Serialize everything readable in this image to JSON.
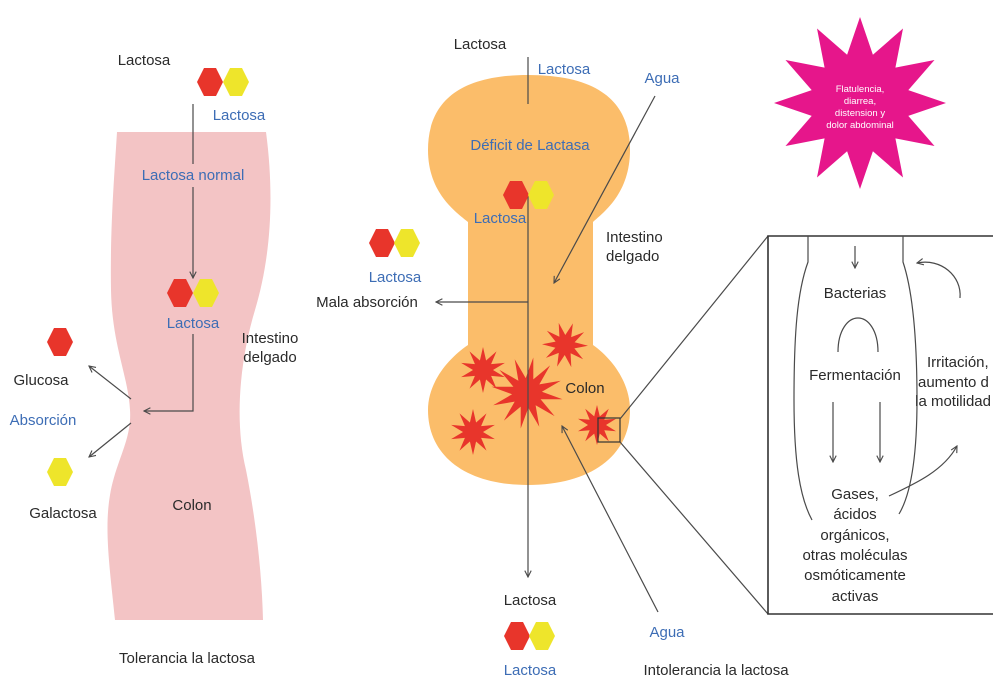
{
  "colors": {
    "glucose_red": "#e8352b",
    "galactose_yellow": "#eee52b",
    "small_intestine_pink": "#f3c4c5",
    "intolerant_intestine_orange": "#fbbd6a",
    "bacteria_red": "#e8352b",
    "symptoms_magenta": "#e6168b",
    "label_blue": "#3d6db5"
  },
  "tolerance": {
    "lactose_label": "Lactosa",
    "lactose_molecule_label": "Lactosa",
    "normal_lactose_label": "Lactosa normal",
    "lactose_in_intestine_label": "Lactosa",
    "small_intestine_label": [
      "Intestino",
      "delgado"
    ],
    "glucose_label": "Glucosa",
    "absorption_label": "Absorción",
    "galactose_label": "Galactosa",
    "colon_label": "Colon",
    "caption": "Tolerancia la lactosa"
  },
  "intolerance": {
    "lactose_label": "Lactosa",
    "lactose_molecule_label": "Lactosa",
    "water_label_top": "Agua",
    "lactase_deficit_label": "Déficit de Lactasa",
    "lactose_in_intestine_label": "Lactosa",
    "small_intestine_label": [
      "Intestino",
      "delgado"
    ],
    "malabsorbed_lactose_label": "Lactosa",
    "malabsorption_label": "Mala absorción",
    "colon_label": "Colon",
    "water_label_bottom": "Agua",
    "excreted_lactose_label": "Lactosa",
    "excreted_lactose_molecule_label": "Lactosa",
    "caption": "Intolerancia la lactosa"
  },
  "symptoms": [
    "Flatulencia,",
    "diarrea,",
    "distension y",
    "dolor abdominal"
  ],
  "fermentation_detail": {
    "bacteria_label": "Bacterias",
    "fermentation_label": "Fermentación",
    "products": [
      "Gases,",
      "ácidos",
      "orgánicos,",
      "otras moléculas",
      "osmóticamente",
      "activas"
    ],
    "effect": [
      "Irritación,",
      "aumento d",
      "la motilidad"
    ]
  }
}
